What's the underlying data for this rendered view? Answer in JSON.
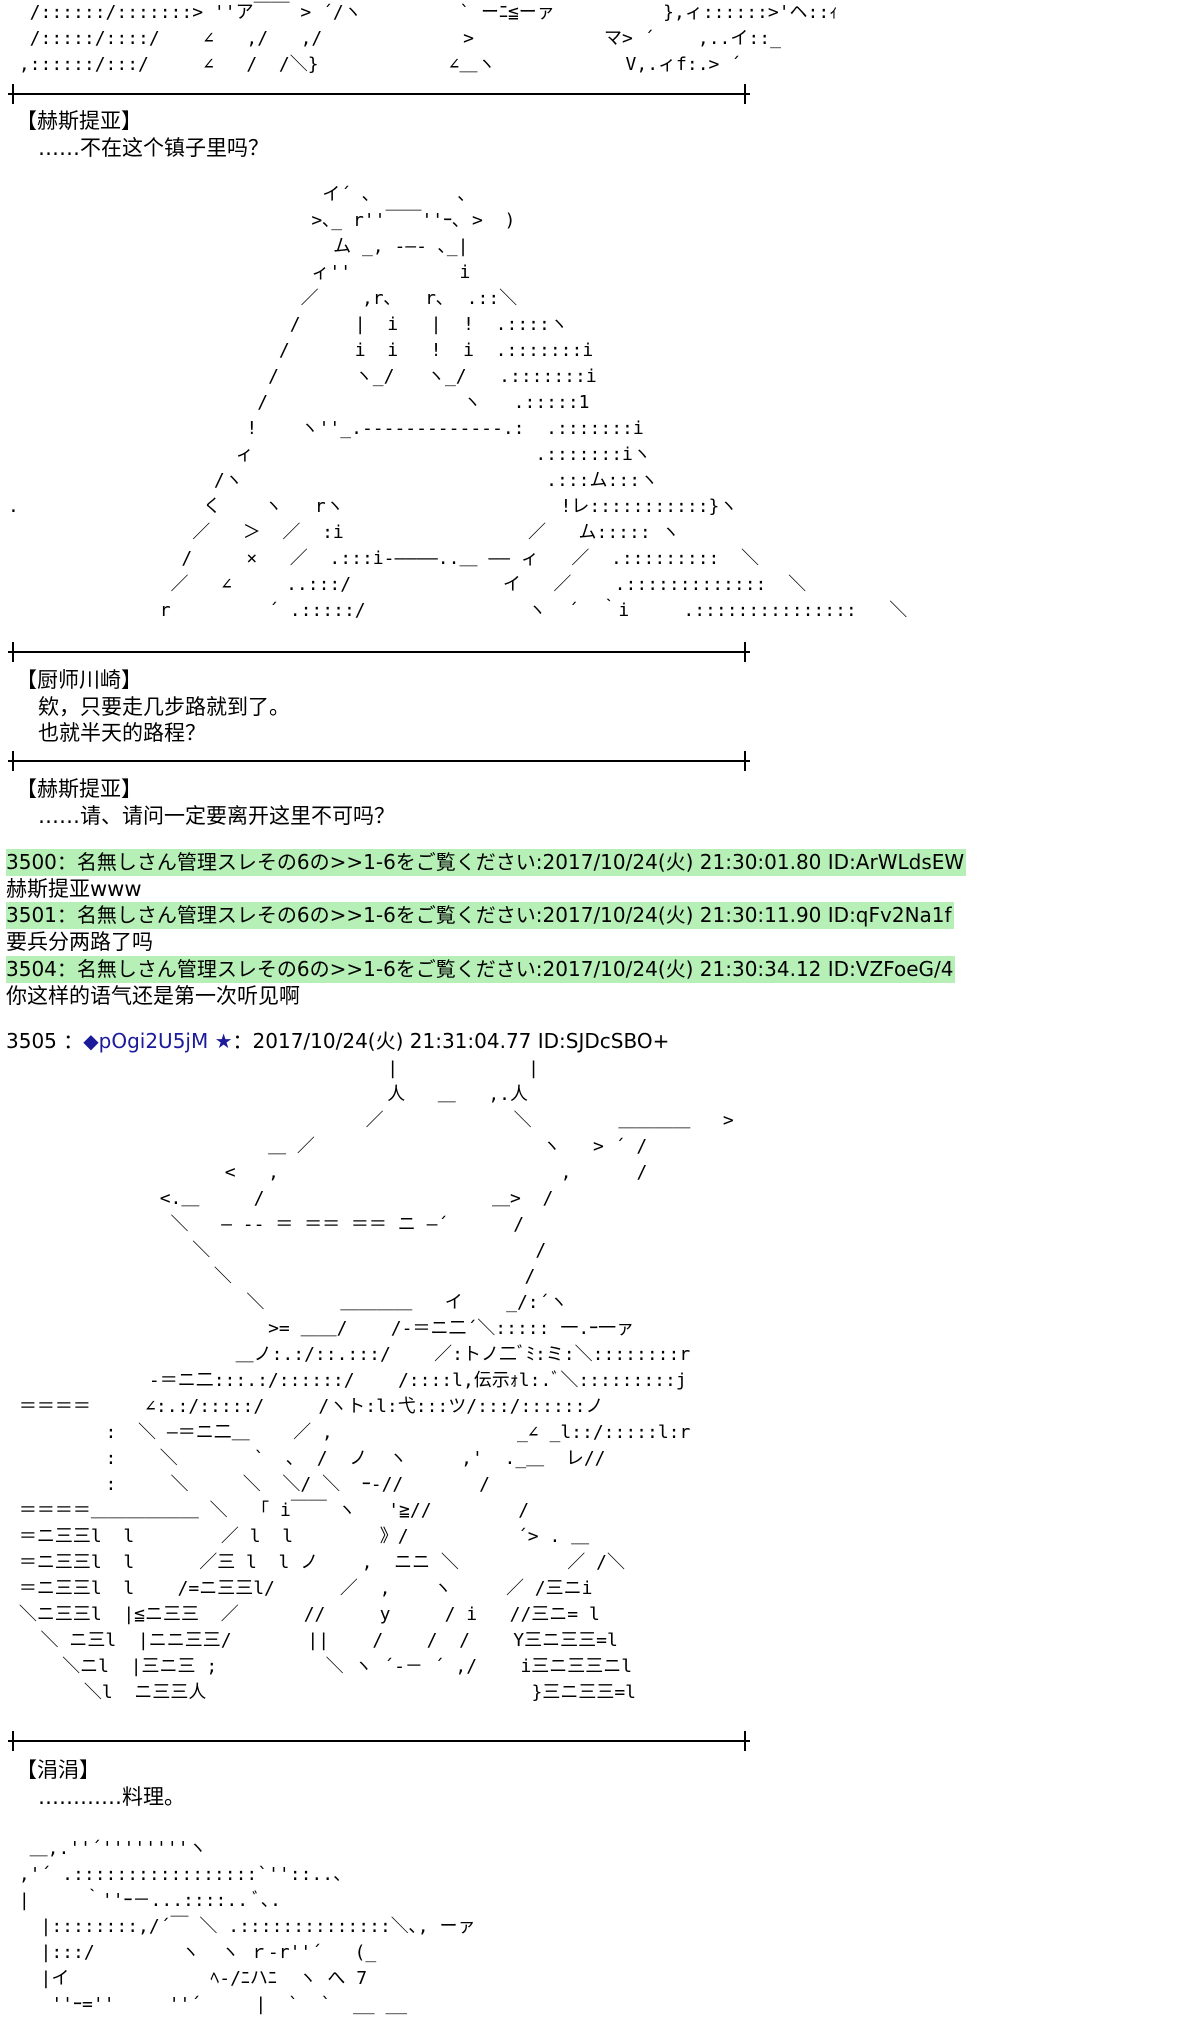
{
  "art": {
    "a1": "  /::::::/:::::::> ''ア￣￣ > ´/ヽ         ` ーﾆ≦ーァ          },ィ::::::>'ヘ::ｨ\n  /:::::/::::/    ∠   ,/   ,/             >            マ> ´    ,..イ::_\n ,::::::/:::/     ∠   /  /＼}            ∠＿ヽ            V,.ィf:.> ´",
    "a2": "                             イ´ ､        ､\n                            >､_ r''￣￣''ｰ､ >  )\n                              ム _, -―- ､_|\n                            ィ''          i\n                           ／    ,r､   r､  .::＼\n                          /     |  i   |  !  .::::ヽ\n                         /      i  i   !  i  .:::::::i\n                        /       ヽ_/   ヽ_/   .:::::::i\n                       /                  ヽ   .:::::1\n                      !    ヽ''_.-‐-‐-‐‐--‐-‐-.:  .:::::::i\n                     ィ                          .:::::::iヽ\n                   /ヽ                            .:::ム:::ヽ\n.                 く    ヽ   rヽ                    !レ:::::::::::}ヽ\n                 ／   ＞  ／  :i                 ／   ム::::: ヽ\n                /     ×   ／  .:::i‐――――..＿ ―― ィ   ／  .:::::::::  ＼\n               ／   ∠     ..:::/              イ   ／    .:::::::::::::  ＼\n              r         ´ .:::::/               ヽ  ´  ｀i     .:::::::::::::::   ＼",
    "a3": "                                   |            |\n                                   人   ＿   ,.人\n                                 ／            ＼        ＿＿＿＿   >\n                        ＿ ／                     ヽ   > ´ /\n                    <   ,                          ,      /\n              <.＿     /                     ＿>  /\n               ＼   ― -- ＝ ＝＝ ＝＝ ニ ―´      /\n                 ＼                              /\n                   ＼                           /\n                      ＼       ＿＿＿＿   イ    _/:´ヽ\n                        >= ＿＿/    /‐＝ニ二´＼::::: 一.ｰ一ァ\n                     ＿ノ:.:/::.:::/    ／:トノ二ﾞﾐ:ミ:＼::::::::r\n             -＝ニ二:::.:/::::::/    /::::l,伝示ｫl:.ﾞ＼:::::::::j\n ＝＝＝＝     ∠:.:/:::::/     /ヽト:l:弋:::ツ/:::/::::::ノ\n         :  ＼ ―＝ニ二＿    ／ ,                 _∠ _l::/:::::l:r\n         :    ＼       `  ､  /  ノ  ヽ     ,'  ._＿  レ//\n         :     ＼     ＼  ＼/ ＼  ｰ-//       /\n ＝＝＝＝＿＿＿＿＿＿ ＼   ｢ i￣￣ ヽ   '≧//        /\n ＝ニ三三l  l        ／ l  l        》/          ´> . ＿\n ＝ニ三三l  l      ／三 l  l ノ    ,  ニニ ＼          ／ /＼\n ＝ニ三三l  l    /=ニ三三l/      ／  ,    ヽ     ／ /三ニi\n ＼ニ三三l  |≦ニ三三  ／      //     y     / i   //三ニ= l\n   ＼ ニ三l  |ニニ三三/       ||    /    /  /    Y三ニ三三=l\n     ＼ニl  |三ニ三 ;          ＼ ヽ ´-－ ´ ,/    i三ニ三三ニl\n       ＼l  ニ三三人                              }三ニ三三=l",
    "a4": "  ＿,.''´''''''''ヽ\n ,'´ .:::::::::::::::::`''::..、\n |     ｀''ｰ－...::::.. ﾞ､.\n   |::::::::,/´￣ ＼ .::::::::::::::＼､, ーァ\n   |:::/        ヽ  ヽ ｒ-r''´   (_\n   |イ             ﾍ-/ﾆハﾆ  ヽ へ 7\n    ''ｰ=''     ''´     |  `  `  __ __"
  },
  "block1": {
    "speaker": "【赫斯提亚】",
    "lines": [
      "……不在这个镇子里吗？"
    ]
  },
  "block2": {
    "speaker": "【厨师川崎】",
    "lines": [
      "欸，只要走几步路就到了。",
      "也就半天的路程？"
    ]
  },
  "block3": {
    "speaker": "【赫斯提亚】",
    "lines": [
      "……请、请问一定要离开这里不可吗？"
    ]
  },
  "posts": [
    {
      "header": "3500：名無しさん管理スレその6の>>1-6をご覧ください:2017/10/24(火) 21:30:01.80 ID:ArWLdsEW",
      "body": "赫斯提亚www"
    },
    {
      "header": "3501：名無しさん管理スレその6の>>1-6をご覧ください:2017/10/24(火) 21:30:11.90 ID:qFv2Na1f",
      "body": "要兵分两路了吗"
    },
    {
      "header": "3504：名無しさん管理スレその6の>>1-6をご覧ください:2017/10/24(火) 21:30:34.12 ID:VZFoeG/4",
      "body": "你这样的语气还是第一次听见啊"
    }
  ],
  "main_post": {
    "number": "3505 ：",
    "trip": "◆pOgi2U5jM ★",
    "meta": "：2017/10/24(火) 21:31:04.77 ID:SJDcSBO+"
  },
  "block4": {
    "speaker": "【涓涓】",
    "lines": [
      "…………料理。"
    ]
  }
}
